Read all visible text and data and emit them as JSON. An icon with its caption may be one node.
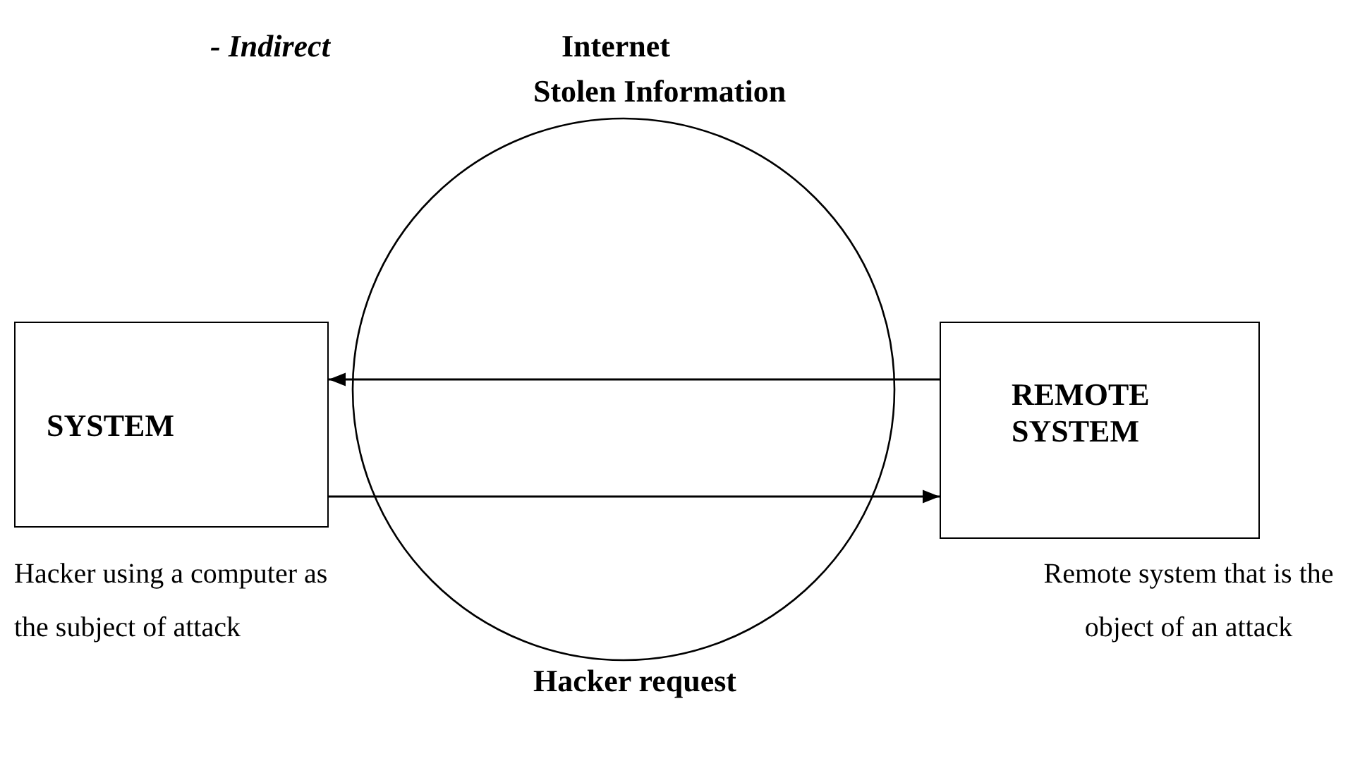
{
  "diagram": {
    "nodes": [
      {
        "text": [
          "SYSTEM"
        ],
        "beside": [
          "Hacker using a computer as the subject of attack"
        ]
      },
      {
        "text": [
          "REMOTE SYSTEM"
        ],
        "beside": [
          "Remote system that is the object of an attack"
        ]
      }
    ],
    "edges": [
      {
        "from": 1,
        "to": 0,
        "arrow": "to"
      },
      {
        "from": 0,
        "to": 1,
        "arrow": "to"
      }
    ],
    "labels": [
      "- Indirect",
      "Internet",
      "Stolen Information",
      "Hacker request"
    ]
  }
}
